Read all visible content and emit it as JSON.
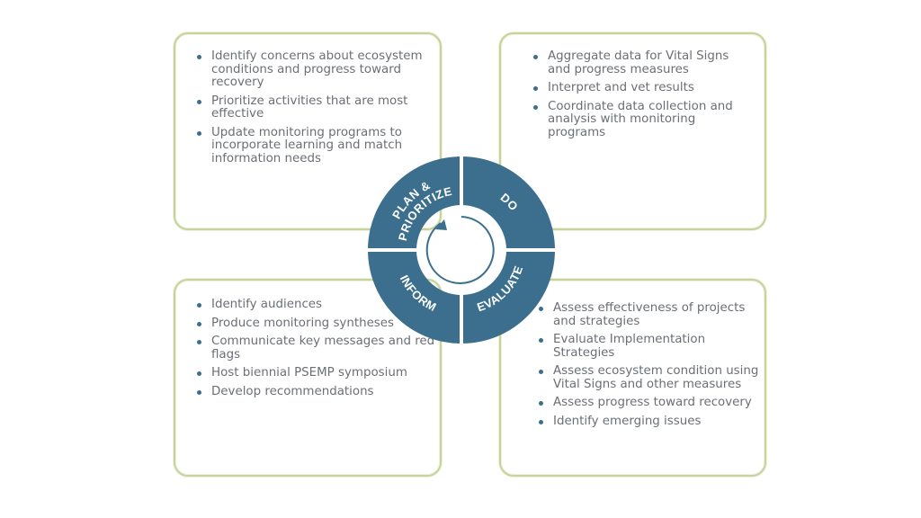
{
  "quadrants": {
    "plan": {
      "label_line1": "PLAN &",
      "label_line2": "PRIORITIZE",
      "items": [
        "Identify concerns about ecosystem conditions and progress toward recovery",
        "Prioritize activities that are most effective",
        "Update monitoring programs to incorporate learning and match information needs"
      ]
    },
    "do": {
      "label": "DO",
      "items": [
        "Aggregate data for Vital Signs and progress measures",
        "Interpret and vet results",
        "Coordinate data collection and analysis with monitoring programs"
      ]
    },
    "inform": {
      "label": "INFORM",
      "items": [
        "Identify audiences",
        "Produce monitoring syntheses",
        "Communicate key messages and red flags",
        "Host biennial PSEMP symposium",
        "Develop recommendations"
      ]
    },
    "evaluate": {
      "label": "EVALUATE",
      "items": [
        "Assess effectiveness of projects and strategies",
        "Evaluate Implementation Strategies",
        "Assess ecosystem condition using Vital Signs and other measures",
        "Assess progress toward recovery",
        "Identify emerging issues"
      ]
    }
  },
  "colors": {
    "segment": "#3b6f8d",
    "box_border": "#c6d39c",
    "text": "#6b6f75",
    "bullet": "#3b6f8d"
  }
}
